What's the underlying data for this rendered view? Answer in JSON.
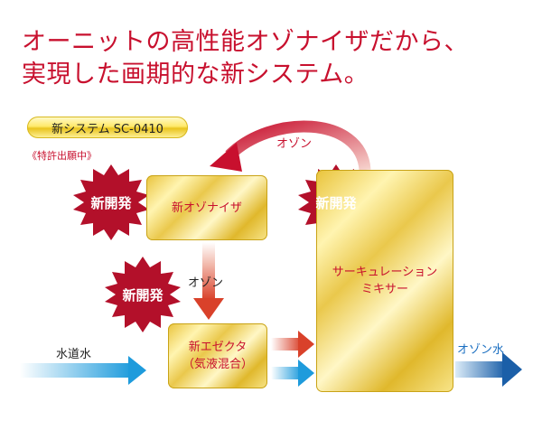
{
  "headline": {
    "line1": "オーニットの高性能オゾナイザだから、",
    "line2": "実現した画期的な新システム。"
  },
  "badge": {
    "label": "新システム SC-0410"
  },
  "patent_note": "《特許出願中》",
  "nodes": {
    "ozonizer": {
      "label": "新オゾナイザ"
    },
    "ejector": {
      "line1": "新エゼクタ",
      "line2": "（気液混合）"
    },
    "mixer": {
      "line1": "サーキュレーション",
      "line2": "ミキサー"
    }
  },
  "bursts": {
    "ozonizer": "新開発",
    "ejector": "新開発",
    "mixer": "新開発"
  },
  "edges": {
    "mixer_to_ozonizer": "オゾン",
    "ozonizer_to_ejector": "オゾン",
    "tap_water": "水道水",
    "ozone_water": "オゾン水"
  },
  "colors": {
    "accent_red": "#c8102e",
    "burst_red": "#b3102a",
    "gold": "#e9c33a",
    "water_blue": "#2a8fd8",
    "ozone_water_blue": "#1b5fa8"
  }
}
